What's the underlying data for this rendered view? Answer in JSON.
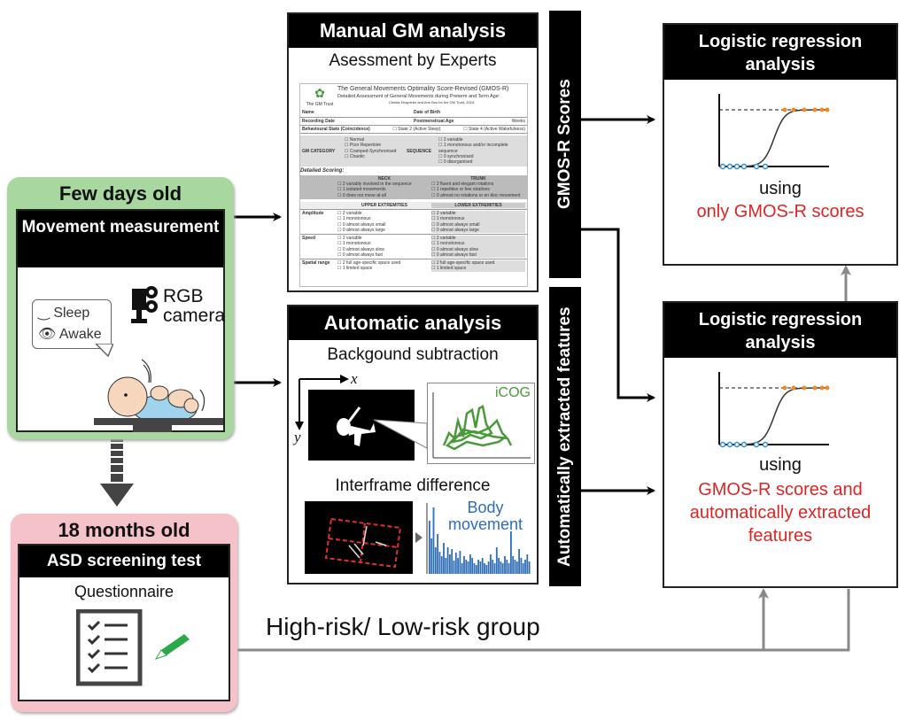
{
  "left": {
    "newborn_panel": {
      "age_label": "Few days old",
      "header": "Movement measurement",
      "bubble": {
        "sleep": "Sleep",
        "awake": "Awake",
        "sleep_icon": "closed-eye-icon",
        "awake_icon": "eye-icon"
      },
      "camera_label_line1": "RGB",
      "camera_label_line2": "camera",
      "camera_icon": "video-camera-icon",
      "baby_icon": "baby-icon"
    },
    "toddler_panel": {
      "age_label": "18 months old",
      "header": "ASD screening test",
      "subtitle": "Questionnaire",
      "icons": [
        "checklist-icon",
        "pencil-icon"
      ]
    },
    "colors": {
      "green_panel": "#a8d8a0",
      "pink_panel": "#f4c2c8",
      "pencil": "#2aa84a"
    }
  },
  "middle": {
    "manual": {
      "header": "Manual GM analysis",
      "subtitle": "Asessment by Experts",
      "form": {
        "title": "The General Movements Optimality Score-Revised (GMOS-R)",
        "subtitle": "Detailed Assessment of General Movements during Preterm and Term Age:",
        "credit": "Christa Einspieler and Arie Bos for the GM Trust, 2024",
        "logo_caption": "The GM Trust",
        "fields": [
          [
            "Name",
            "Date of Birth"
          ],
          [
            "Recording Date",
            "Postmenstrual Age"
          ]
        ],
        "weeks": "Weeks",
        "behavioural": "Behavioural State (Coincidence)",
        "state2": "State 2 (Active Sleep)",
        "state4": "State 4 (Active Wakefulness)",
        "gm_category": "GM CATEGORY",
        "gm_options": [
          "Normal",
          "Poor Repertoire",
          "Cramped-Synchronised",
          "Chaotic"
        ],
        "sequence": "SEQUENCE",
        "sequence_options": [
          "2 variable",
          "1 monotonous and/or incomplete sequence",
          "0 synchronised",
          "0 disorganised"
        ],
        "detailed": "Detailed Scoring:",
        "neck": "NECK",
        "trunk": "TRUNK",
        "neck_items": [
          "2  variably involved in the sequence",
          "1  isolated movements",
          "0  does not move at all"
        ],
        "trunk_items": [
          "2  fluent and elegant rotations",
          "1  repetitive or few rotations",
          "0  almost no rotations or en bloc movement"
        ],
        "upper": "UPPER EXTREMITIES",
        "lower": "LOWER EXTREMITIES",
        "rows": [
          {
            "label": "Amplitude",
            "items": [
              "2  variable",
              "1  monotonous",
              "0  almost always small",
              "0  almost always large"
            ]
          },
          {
            "label": "Speed",
            "items": [
              "2  variable",
              "1  monotonous",
              "0  almost always slow",
              "0  almost always fast"
            ]
          },
          {
            "label": "Spatial range",
            "items": [
              "2  full age-specific space used",
              "1  limited space"
            ]
          }
        ]
      }
    },
    "automatic": {
      "header": "Automatic analysis",
      "bg_sub": "Backgound subtraction",
      "axis_x": "x",
      "axis_y": "y",
      "icog": "iCOG",
      "interframe": "Interframe difference",
      "body_movement_1": "Body",
      "body_movement_2": "movement",
      "colors": {
        "icog": "#4a9a3a",
        "body": "#2f6db5",
        "roi": "#e03030"
      }
    }
  },
  "bars": {
    "gmos": "GMOS-R Scores",
    "auto": "Automatically extracted features"
  },
  "right": {
    "top": {
      "header": "Logistic regression analysis",
      "using": "using",
      "desc": "only GMOS-R scores"
    },
    "bottom": {
      "header": "Logistic regression analysis",
      "using": "using",
      "desc_line1": "GMOS-R scores and",
      "desc_line2": "automatically extracted",
      "desc_line3": "features"
    },
    "colors": {
      "positive": "#f08a24",
      "negative": "#2a8fd0",
      "accent_text": "#e02424"
    }
  },
  "bottom_label": "High-risk/ Low-risk group"
}
